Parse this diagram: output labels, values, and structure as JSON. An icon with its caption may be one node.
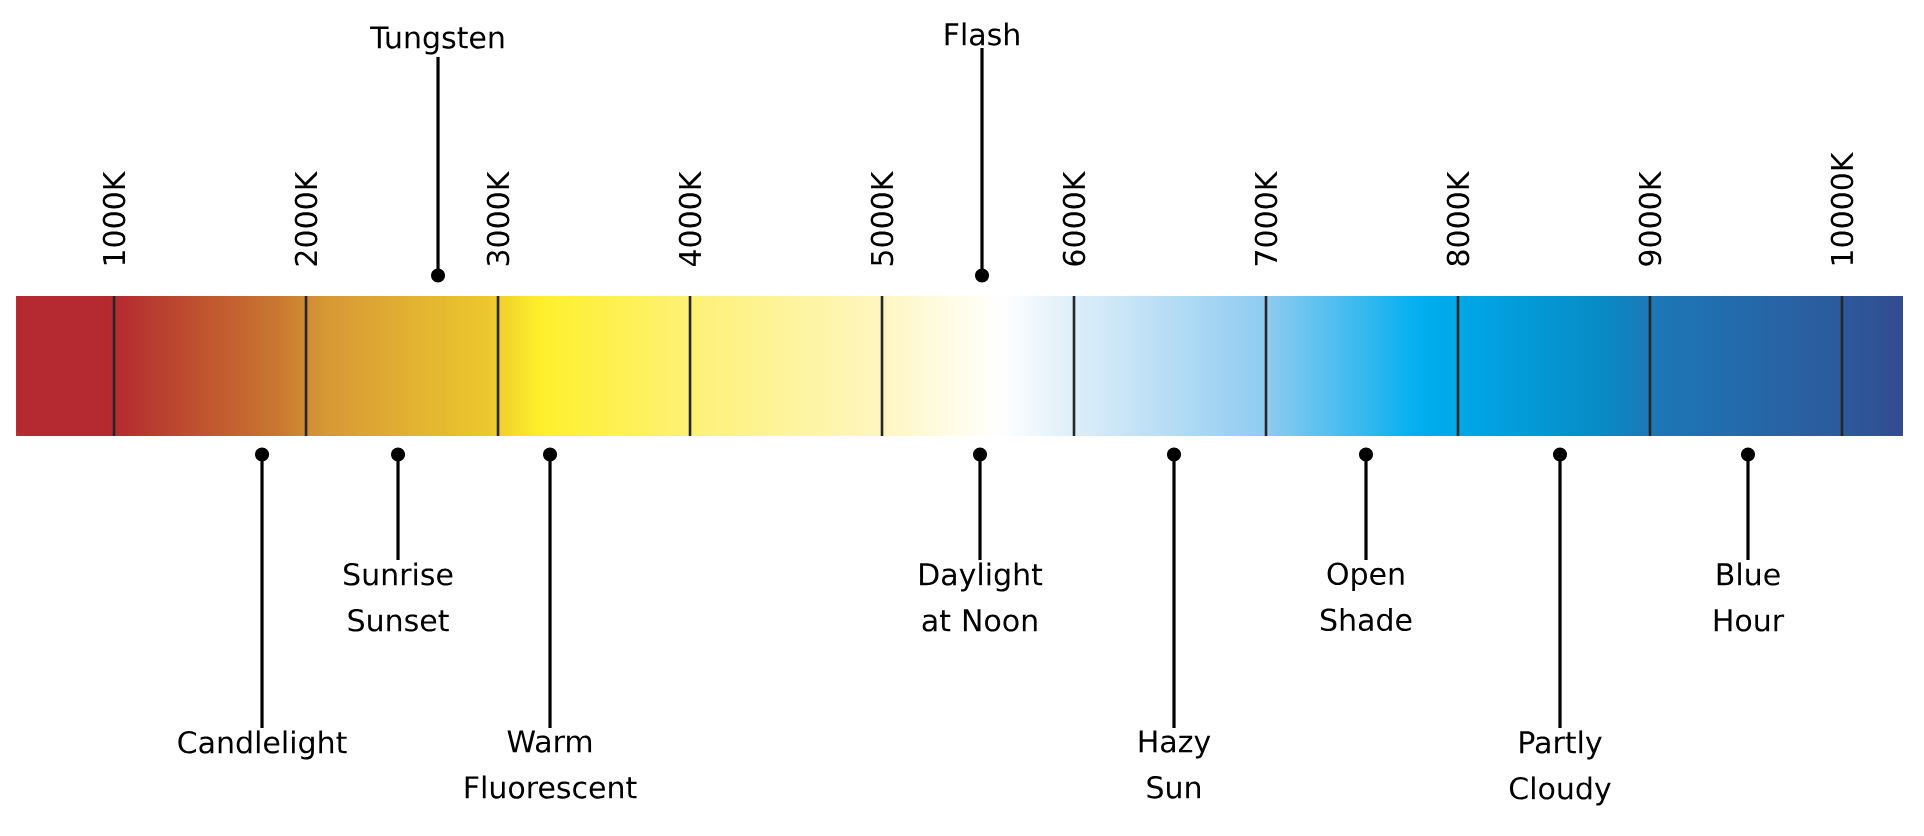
{
  "diagram": {
    "nodes": [
      {
        "text": [],
        "shape": "bar"
      },
      {
        "text": [
          "Tungsten"
        ]
      },
      {
        "text": [
          "Flash"
        ]
      },
      {
        "text": [
          "Candlelight"
        ]
      },
      {
        "text": [
          "Sunrise Sunset"
        ]
      },
      {
        "text": [
          "Warm Fluorescent"
        ]
      },
      {
        "text": [
          "Daylight at Noon"
        ]
      },
      {
        "text": [
          "Hazy Sun"
        ]
      },
      {
        "text": [
          "Open Shade"
        ]
      },
      {
        "text": [
          "Partly Cloudy"
        ]
      },
      {
        "text": [
          "Blue Hour"
        ]
      }
    ],
    "edges": [
      {
        "from": 1,
        "to": 0,
        "arrow": "other"
      },
      {
        "from": 2,
        "to": 0,
        "arrow": "other"
      },
      {
        "from": 3,
        "to": 0,
        "arrow": "other"
      },
      {
        "from": 4,
        "to": 0,
        "arrow": "other"
      },
      {
        "from": 5,
        "to": 0,
        "arrow": "other"
      },
      {
        "from": 6,
        "to": 0,
        "arrow": "other"
      },
      {
        "from": 7,
        "to": 0,
        "arrow": "other"
      },
      {
        "from": 8,
        "to": 0,
        "arrow": "other"
      },
      {
        "from": 9,
        "to": 0,
        "arrow": "other"
      },
      {
        "from": 10,
        "to": 0,
        "arrow": "other"
      }
    ],
    "labels": [
      "1000K",
      "2000K",
      "3000K",
      "4000K",
      "5000K",
      "6000K",
      "7000K",
      "8000K",
      "9000K",
      "10000K"
    ]
  }
}
